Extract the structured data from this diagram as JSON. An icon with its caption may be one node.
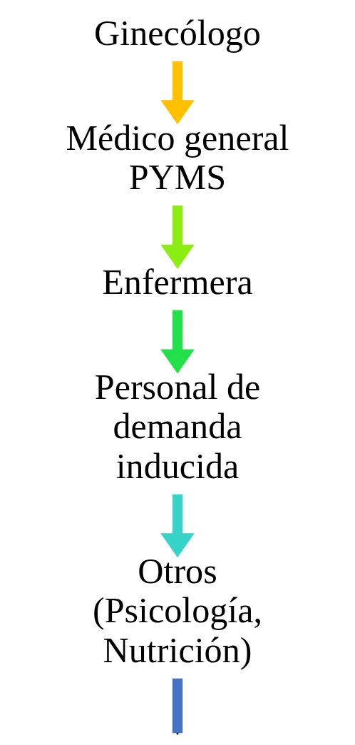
{
  "diagram": {
    "nodes": [
      {
        "text": [
          "Ginecólogo"
        ]
      },
      {
        "text": [
          "Médico general PYMS"
        ]
      },
      {
        "text": [
          "Enfermera"
        ]
      },
      {
        "text": [
          "Personal de demanda inducida"
        ]
      },
      {
        "text": [
          "Otros (Psicología, Nutrición)"
        ]
      }
    ],
    "edges": [
      {
        "from": 0,
        "to": 1,
        "arrow": "to",
        "color": "#ffc000"
      },
      {
        "from": 1,
        "to": 2,
        "arrow": "to",
        "color": "#8ced14"
      },
      {
        "from": 2,
        "to": 3,
        "arrow": "to",
        "color": "#22e04a"
      },
      {
        "from": 3,
        "to": 4,
        "arrow": "to",
        "color": "#36d3c8"
      },
      {
        "from": 4,
        "to": null,
        "arrow": "none",
        "color": "#4472c4"
      }
    ]
  }
}
